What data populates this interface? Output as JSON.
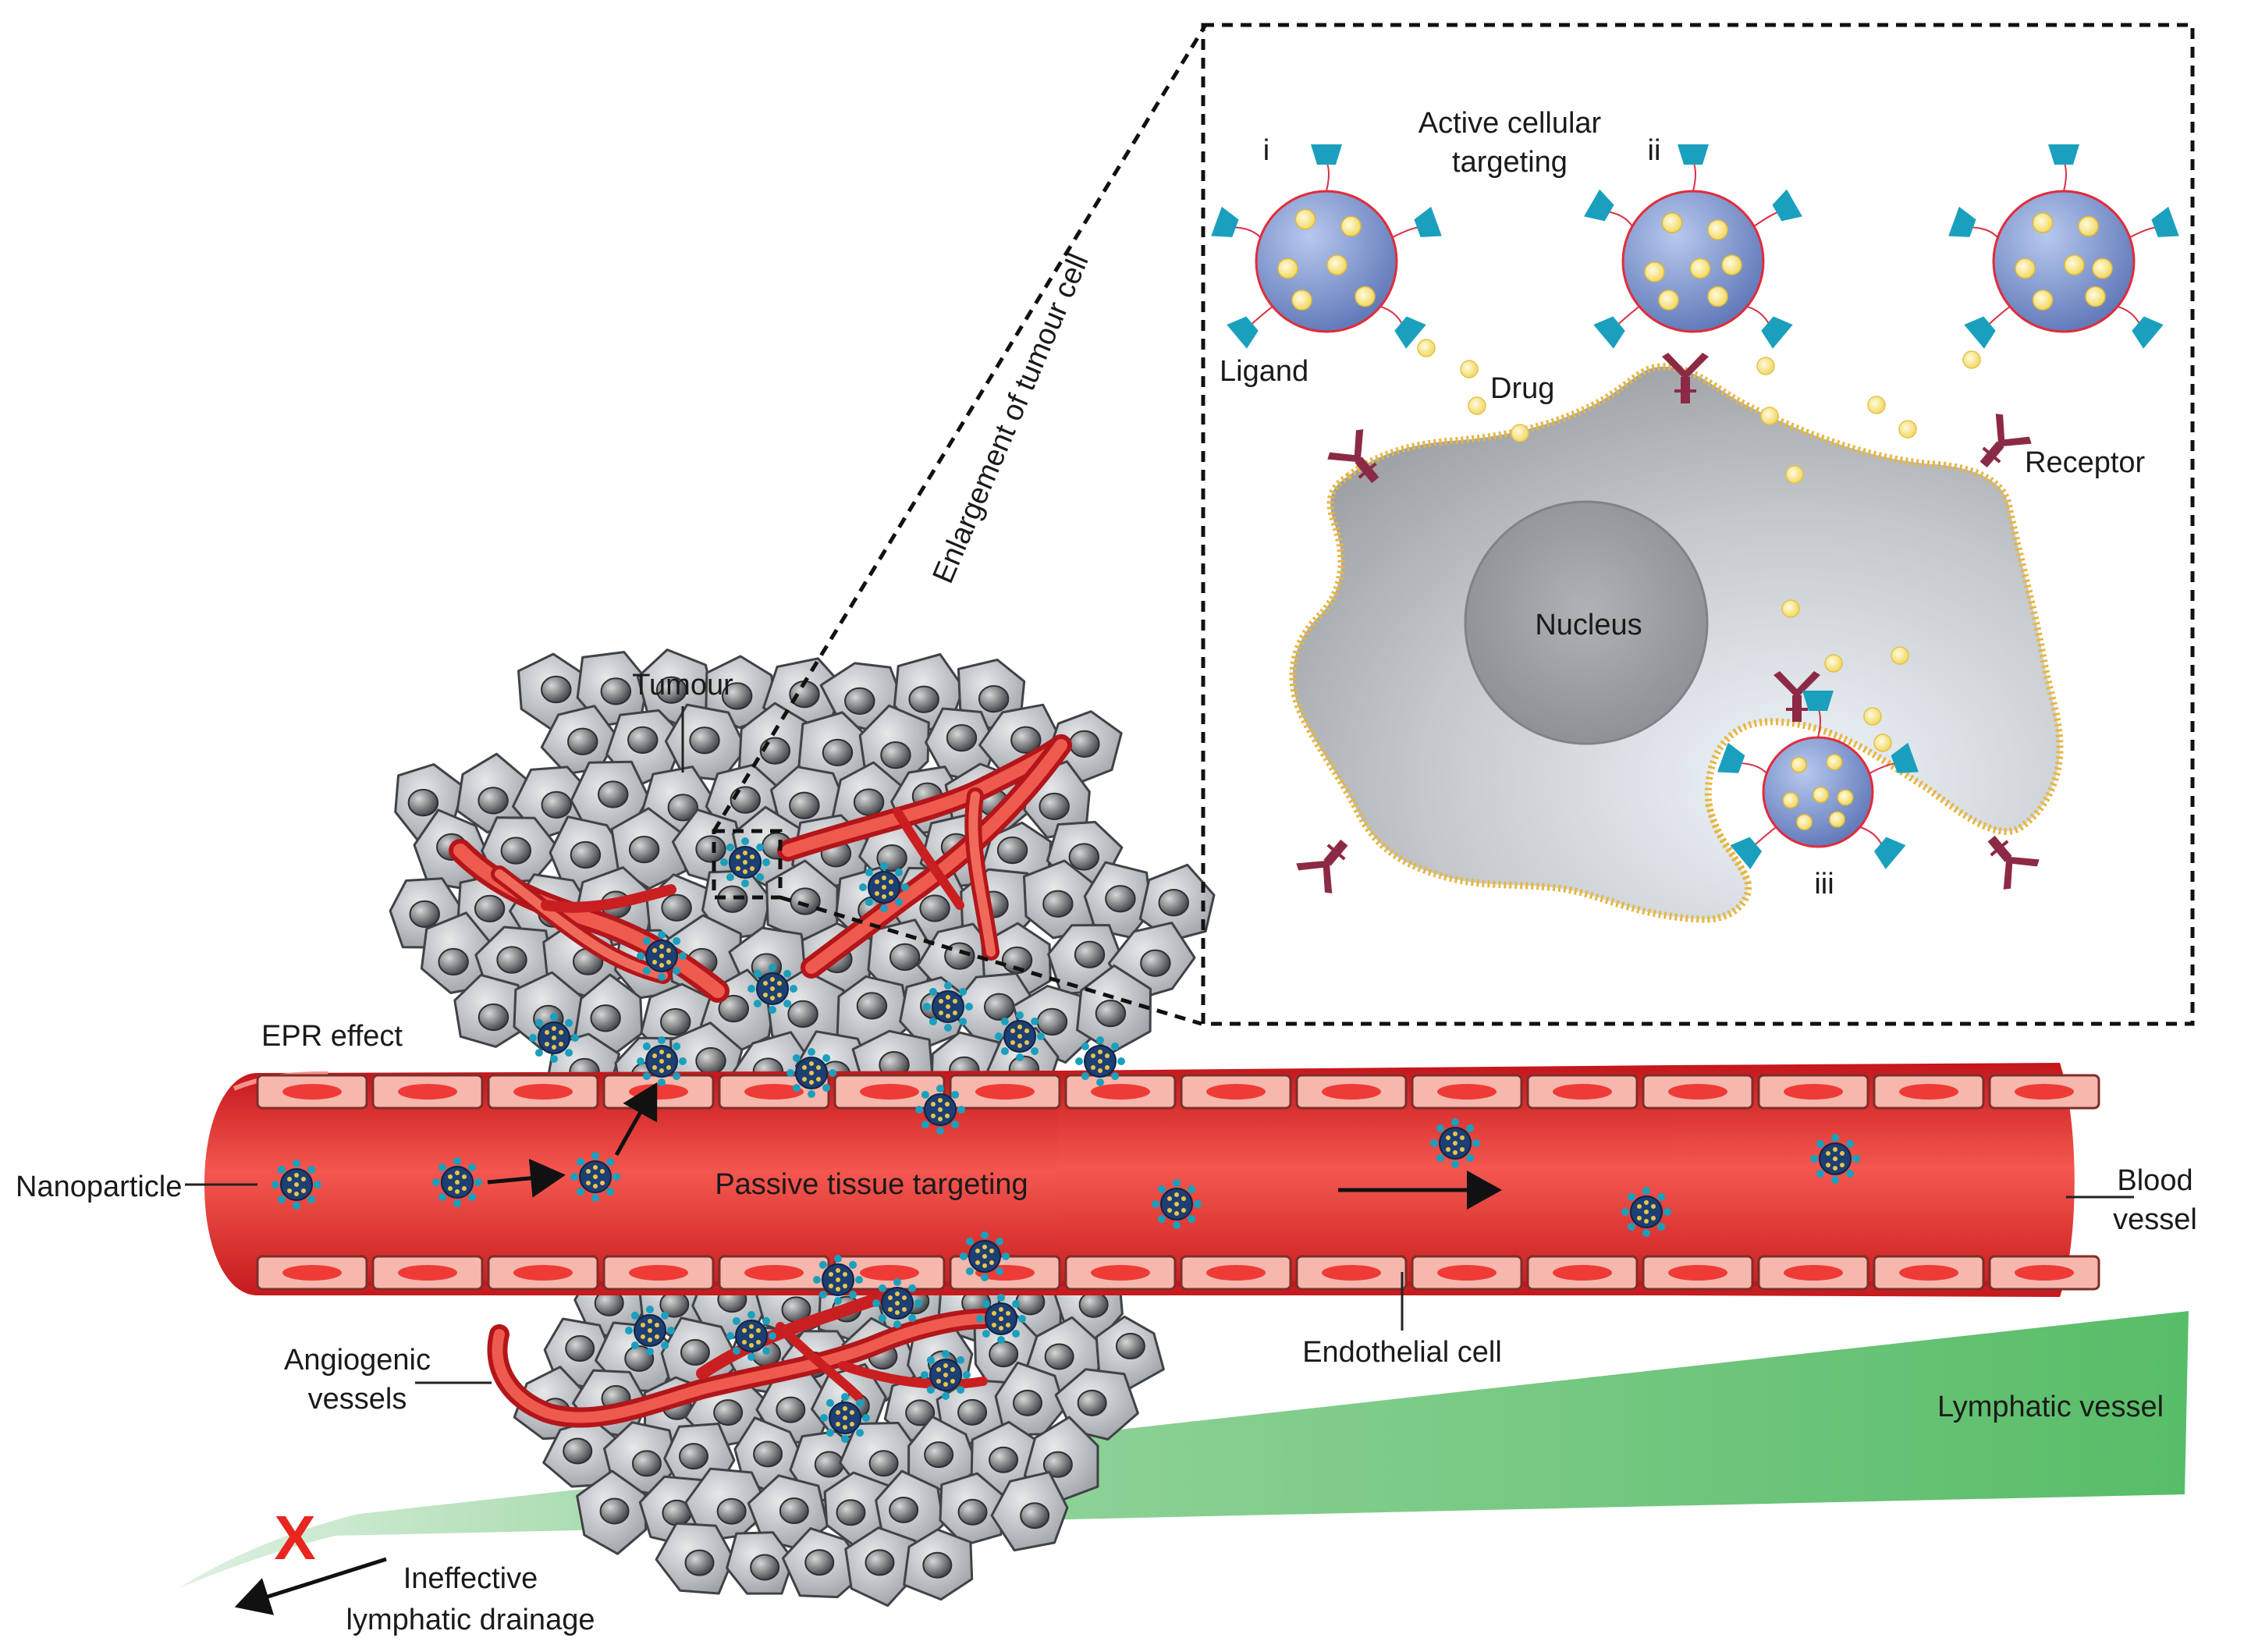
{
  "labels": {
    "active_targeting_line1": "Active cellular",
    "active_targeting_line2": "targeting",
    "roman_i": "i",
    "roman_ii": "ii",
    "roman_iii": "iii",
    "ligand": "Ligand",
    "drug": "Drug",
    "receptor": "Receptor",
    "nucleus": "Nucleus",
    "enlargement": "Enlargement of tumour cell",
    "tumour": "Tumour",
    "epr_effect": "EPR effect",
    "nanoparticle": "Nanoparticle",
    "passive_targeting": "Passive tissue targeting",
    "blood_vessel_line1": "Blood",
    "blood_vessel_line2": "vessel",
    "endothelial_cell": "Endothelial cell",
    "angiogenic_line1": "Angiogenic",
    "angiogenic_line2": "vessels",
    "lymphatic_vessel": "Lymphatic vessel",
    "ineffective_line1": "Ineffective",
    "ineffective_line2": "lymphatic drainage",
    "x_mark": "X"
  },
  "colors": {
    "vessel_red": "#e8312c",
    "vessel_dark": "#b3161a",
    "endothelial_fill": "#f6b7ad",
    "endothelial_core": "#ef3b36",
    "lymph_green": "#5cbf6a",
    "cell_grey": "#b9bcc0",
    "nucleus_dark": "#555a60",
    "nanoparticle_blue": "#7d97cf",
    "ligand_teal": "#1aa0bd",
    "receptor_maroon": "#8c2a45",
    "drug_yellow": "#f7e58f",
    "x_red": "#e8251e"
  }
}
